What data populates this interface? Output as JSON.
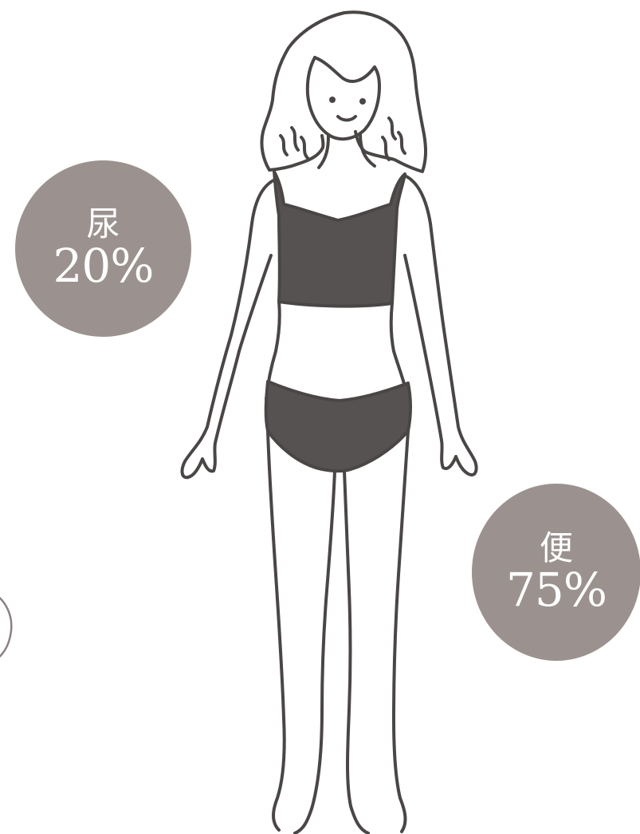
{
  "colors": {
    "badge": "#9b928f",
    "line": "#4a4645",
    "clothing": "#565252",
    "background": "#ffffff",
    "text": "#ffffff"
  },
  "badges": {
    "urine": {
      "label": "尿",
      "percent": "20%",
      "value": 20
    },
    "stool": {
      "label": "便",
      "percent": "75%",
      "value": 75
    }
  },
  "illustration": {
    "subject": "woman-in-underwear-line-drawing"
  }
}
